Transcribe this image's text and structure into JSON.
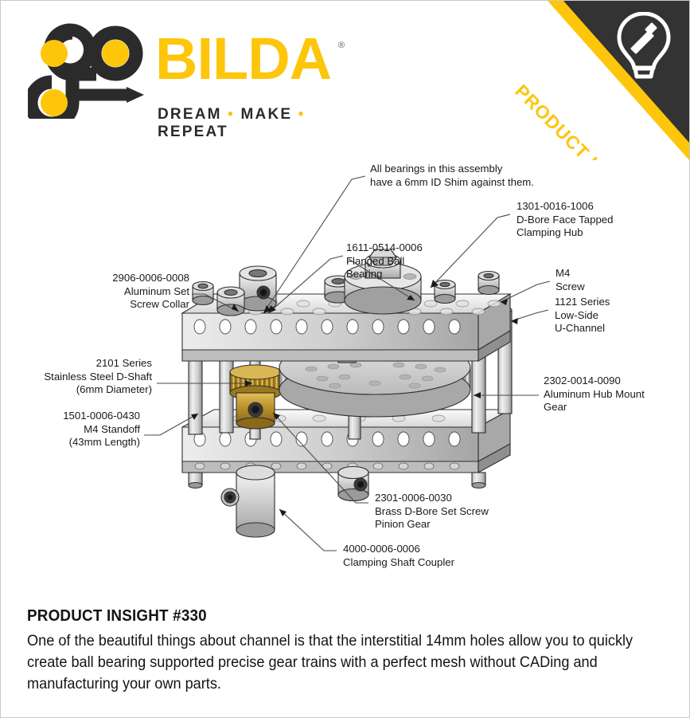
{
  "brand": {
    "wordmark": "BILDA",
    "registered": "®",
    "tagline_parts": [
      "DREAM",
      "MAKE",
      "REPEAT"
    ],
    "tagline_separator": "•",
    "logo_dark": "#2B2B2B",
    "logo_yellow": "#FDC60B"
  },
  "banner": {
    "label": "PRODUCT INSIGHTS",
    "icon": "lightbulb-wrench-icon",
    "background": "#333333",
    "stripe_color": "#FDC60B",
    "text_color": "#FDC60B"
  },
  "callouts": [
    {
      "id": "bearing-shim-note",
      "lines": [
        "All bearings in this assembly",
        "have a 6mm ID Shim against them."
      ]
    },
    {
      "id": "flanged-ball-bearing",
      "lines": [
        "1611-0514-0006",
        "Flanged Ball",
        "Bearing"
      ]
    },
    {
      "id": "clamping-hub",
      "lines": [
        "1301-0016-1006",
        "D-Bore Face Tapped",
        "Clamping Hub"
      ]
    },
    {
      "id": "m4-screw",
      "lines": [
        "M4",
        "Screw"
      ]
    },
    {
      "id": "u-channel",
      "lines": [
        "1121 Series",
        "Low-Side",
        "U-Channel"
      ]
    },
    {
      "id": "set-screw-collar",
      "lines": [
        "2906-0006-0008",
        "Aluminum Set",
        "Screw Collar"
      ]
    },
    {
      "id": "d-shaft",
      "lines": [
        "2101 Series",
        "Stainless Steel D-Shaft",
        "(6mm Diameter)"
      ]
    },
    {
      "id": "m4-standoff",
      "lines": [
        "1501-0006-0430",
        "M4 Standoff",
        "(43mm Length)"
      ]
    },
    {
      "id": "hub-mount-gear",
      "lines": [
        "2302-0014-0090",
        "Aluminum Hub Mount",
        "Gear"
      ]
    },
    {
      "id": "pinion-gear",
      "lines": [
        "2301-0006-0030",
        "Brass D-Bore Set Screw",
        "Pinion Gear"
      ]
    },
    {
      "id": "shaft-coupler",
      "lines": [
        "4000-0006-0006",
        "Clamping Shaft Coupler"
      ]
    }
  ],
  "insight": {
    "heading": "PRODUCT INSIGHT #330",
    "body": "One of the beautiful things about channel is that the interstitial 14mm holes allow you to quickly create ball bearing supported precise gear trains with a perfect mesh without CADing and manufacturing your own parts."
  },
  "assembly": {
    "metal_light": "#E8E8E8",
    "metal_mid": "#C2C2C2",
    "metal_dark": "#9A9A9A",
    "brass_light": "#D8B24A",
    "brass_mid": "#B8912B",
    "brass_dark": "#8A6A18",
    "outline": "#2f2f2f"
  }
}
